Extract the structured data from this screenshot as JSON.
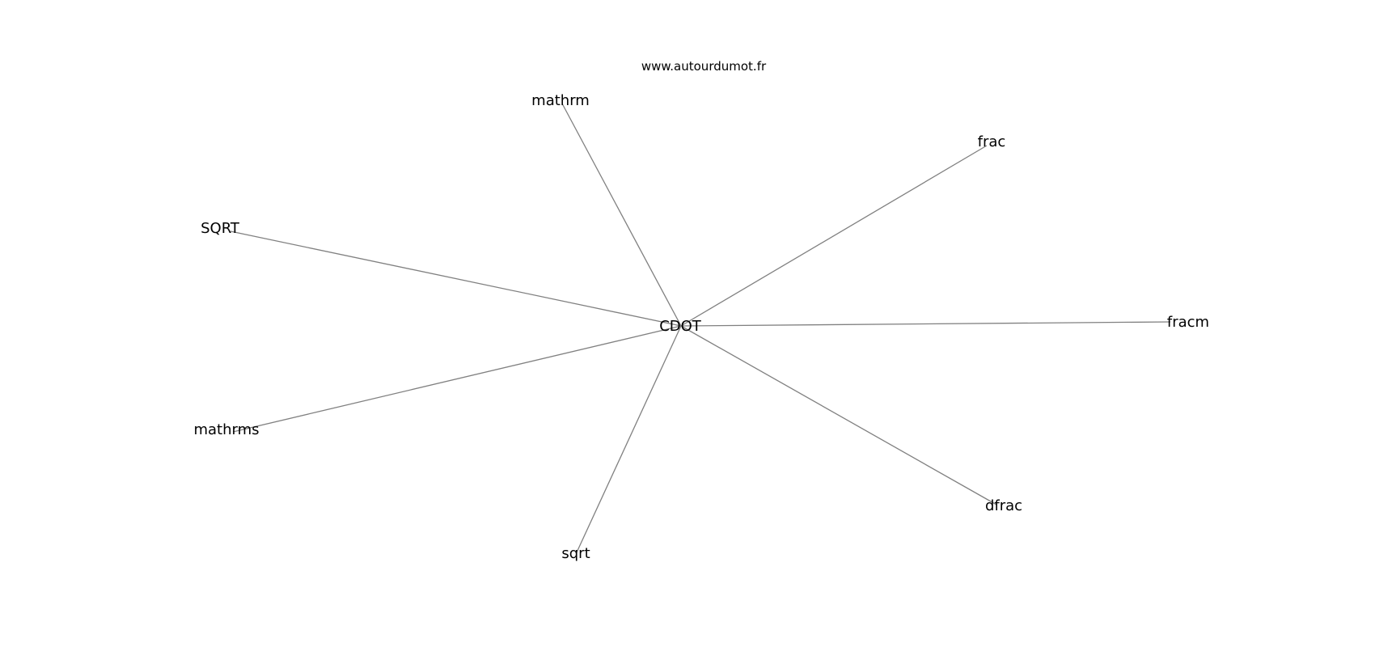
{
  "watermark": "www.autourdumot.fr",
  "graph": {
    "center": "CDOT",
    "neighbors": [
      "mathrm",
      "frac",
      "SQRT",
      "fracm",
      "mathrms",
      "dfrac",
      "sqrt"
    ]
  },
  "colors": {
    "edge": "#808080",
    "text": "#000000",
    "background": "#ffffff"
  }
}
